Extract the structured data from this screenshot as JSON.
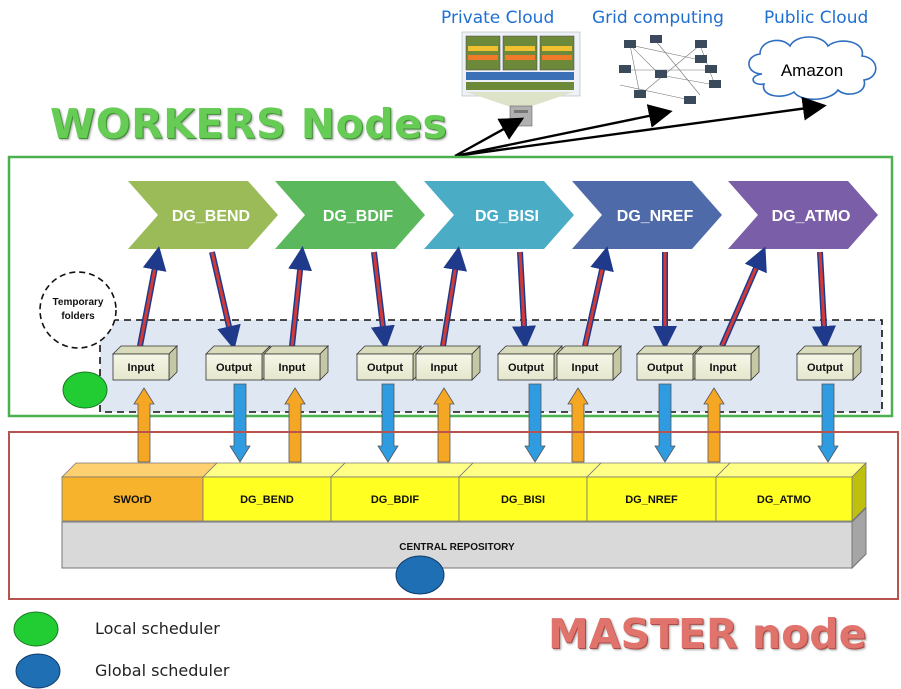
{
  "clouds": {
    "private_cloud": "Private Cloud",
    "grid_computing": "Grid computing",
    "public_cloud": "Public Cloud",
    "amazon": "Amazon"
  },
  "workers_title": "WORKERS Nodes",
  "master_title": "MASTER node",
  "stages": [
    "DG_BEND",
    "DG_BDIF",
    "DG_BISI",
    "DG_NREF",
    "DG_ATMO"
  ],
  "stage_colors": [
    "#9bbb59",
    "#5cb85c",
    "#4bacc6",
    "#4f6aa8",
    "#7a5fa8"
  ],
  "temporary_folders": "Temporary folders",
  "io_labels": {
    "input": "Input",
    "output": "Output"
  },
  "repository_blocks": [
    "SWOrD",
    "DG_BEND",
    "DG_BDIF",
    "DG_BISI",
    "DG_NREF",
    "DG_ATMO"
  ],
  "central_repository": "CENTRAL REPOSITORY",
  "legend": {
    "local": "Local scheduler",
    "global": "Global scheduler"
  },
  "colors": {
    "workers_border": "#4caf50",
    "master_border": "#b85450",
    "local_scheduler": "#22cc33",
    "global_scheduler": "#1f6fb5",
    "up_arrow": "#f5a623",
    "down_arrow": "#2f9be0"
  }
}
